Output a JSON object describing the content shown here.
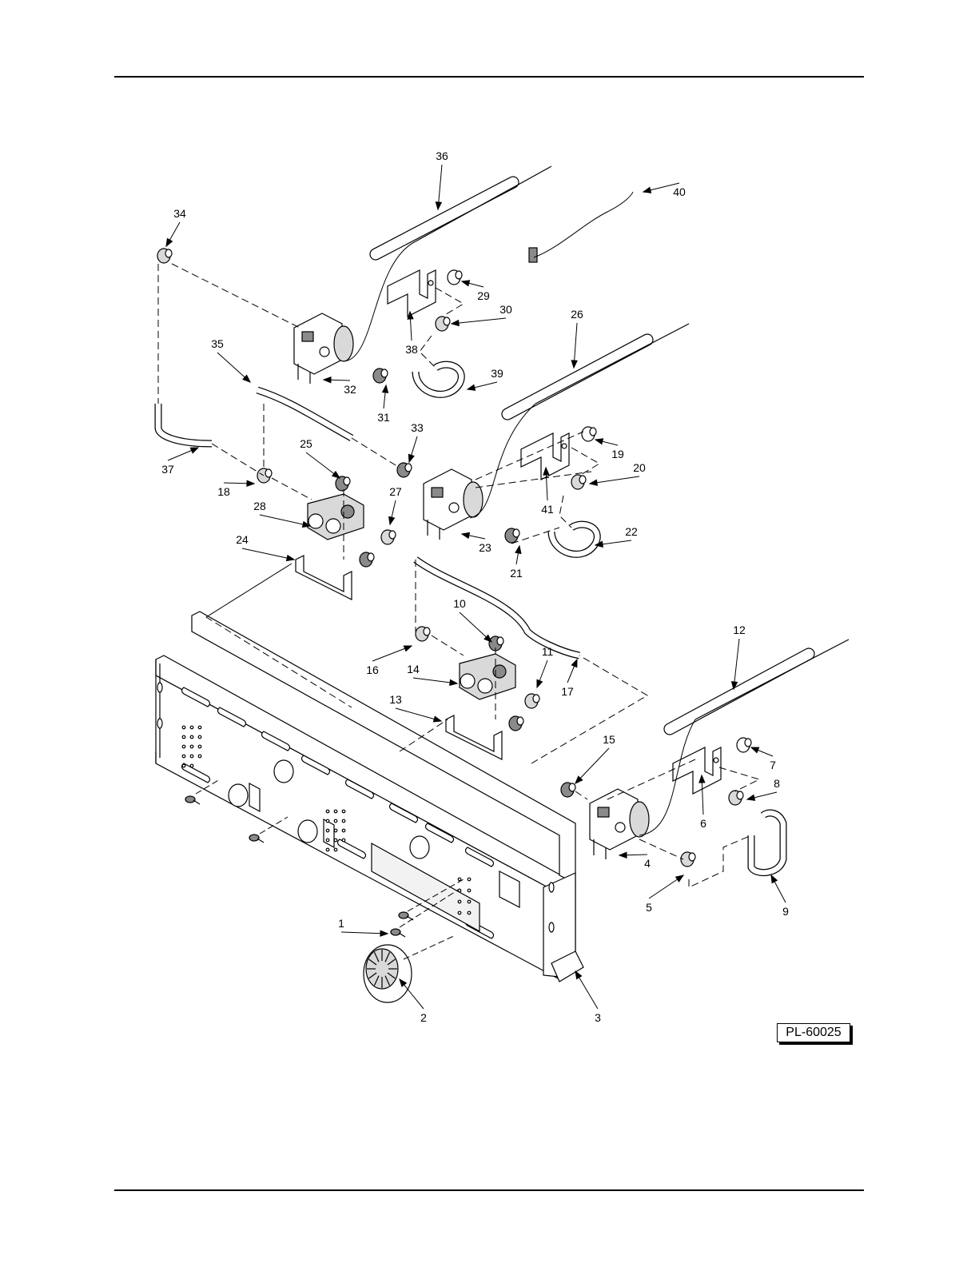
{
  "drawing_id": "PL-60025",
  "callouts": [
    "1",
    "2",
    "3",
    "4",
    "5",
    "6",
    "7",
    "8",
    "9",
    "10",
    "11",
    "12",
    "13",
    "14",
    "15",
    "16",
    "17",
    "18",
    "19",
    "20",
    "21",
    "22",
    "23",
    "24",
    "25",
    "26",
    "27",
    "28",
    "29",
    "30",
    "31",
    "32",
    "33",
    "34",
    "35",
    "36",
    "37",
    "38",
    "39",
    "40",
    "41"
  ],
  "colors": {
    "ink": "#000000",
    "paper": "#ffffff",
    "part_fill": "#d9d9d9",
    "part_dark": "#8a8a8a"
  }
}
